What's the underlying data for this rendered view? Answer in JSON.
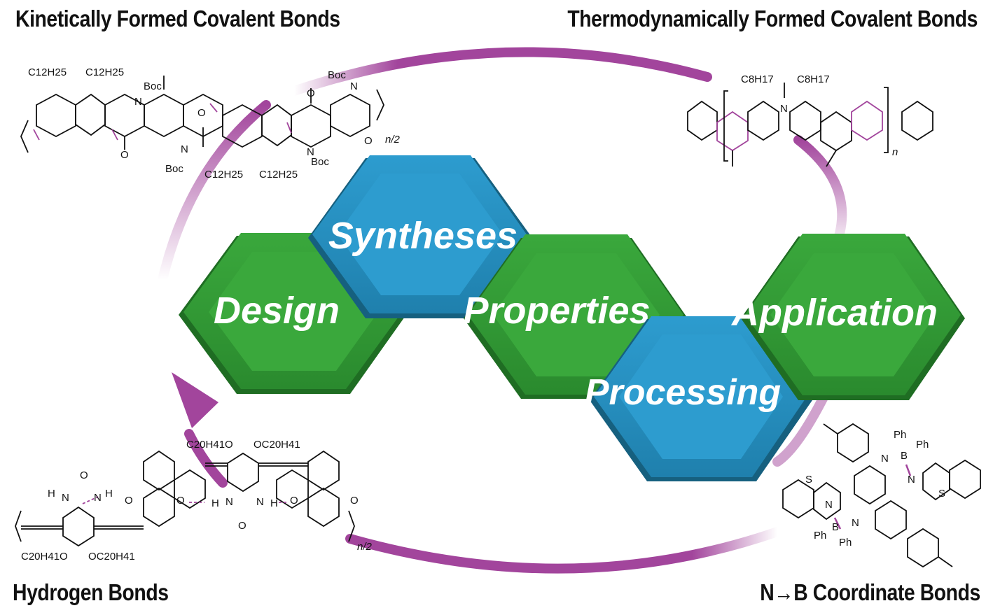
{
  "labels": {
    "top_left": "Kinetically Formed Covalent Bonds",
    "top_right": "Thermodynamically Formed Covalent Bonds",
    "bottom_left": "Hydrogen Bonds",
    "bottom_right": "N→B Coordinate Bonds"
  },
  "hexagons": {
    "design": "Design",
    "syntheses": "Syntheses",
    "properties": "Properties",
    "processing": "Processing",
    "application": "Application"
  },
  "chem_labels": {
    "tl_c12h25_1": "C12H25",
    "tl_c12h25_2": "C12H25",
    "tl_boc_1": "Boc",
    "tl_boc_2": "Boc",
    "tl_boc_3": "Boc",
    "tl_boc_4": "Boc",
    "tl_c12h25_3": "C12H25",
    "tl_c12h25_4": "C12H25",
    "tl_n_1": "N",
    "tl_n_2": "N",
    "tl_n_3": "N",
    "tl_n_4": "N",
    "tl_o_1": "O",
    "tl_o_2": "O",
    "tl_o_3": "O",
    "tl_o_4": "O",
    "tl_repeat": "n/2",
    "tr_c8h17_1": "C8H17",
    "tr_c8h17_2": "C8H17",
    "tr_n": "N",
    "tr_repeat": "n",
    "bl_c20h41o_1": "C20H41O",
    "bl_oc20h41_1": "OC20H41",
    "bl_c20h41o_2": "C20H41O",
    "bl_oc20h41_2": "OC20H41",
    "bl_h_1": "H",
    "bl_h_2": "H",
    "bl_h_3": "H",
    "bl_h_4": "H",
    "bl_n_1": "N",
    "bl_n_2": "N",
    "bl_n_3": "N",
    "bl_n_4": "N",
    "bl_o_1": "O",
    "bl_o_2": "O",
    "bl_o_3": "O",
    "bl_o_4": "O",
    "bl_o_5": "O",
    "bl_o_6": "O",
    "bl_repeat": "n/2",
    "br_ph_1": "Ph",
    "br_ph_2": "Ph",
    "br_ph_3": "Ph",
    "br_ph_4": "Ph",
    "br_b_1": "B",
    "br_b_2": "B",
    "br_n_1": "N",
    "br_n_2": "N",
    "br_n_3": "N",
    "br_n_4": "N",
    "br_s_1": "S",
    "br_s_2": "S"
  },
  "colors": {
    "cycle_arrow": "#a2459c",
    "hex_green": "#3a9a3c",
    "hex_blue": "#2a8fc0",
    "text_dark": "#111111",
    "bond_highlight": "#a2459c"
  }
}
